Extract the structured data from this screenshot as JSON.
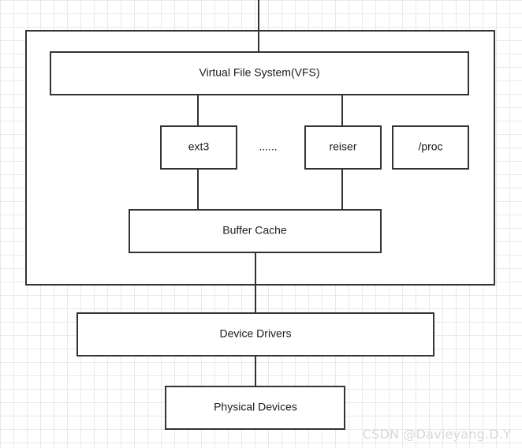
{
  "diagram": {
    "nodes": {
      "vfs": "Virtual File System(VFS)",
      "ext3": "ext3",
      "ellipsis": "......",
      "reiser": "reiser",
      "proc": "/proc",
      "buffer_cache": "Buffer Cache",
      "device_drivers": "Device Drivers",
      "physical_devices": "Physical Devices"
    },
    "colors": {
      "stroke": "#333333",
      "grid": "#e9e9e9",
      "background": "#ffffff"
    }
  },
  "watermark": "CSDN @Davieyang.D.Y"
}
